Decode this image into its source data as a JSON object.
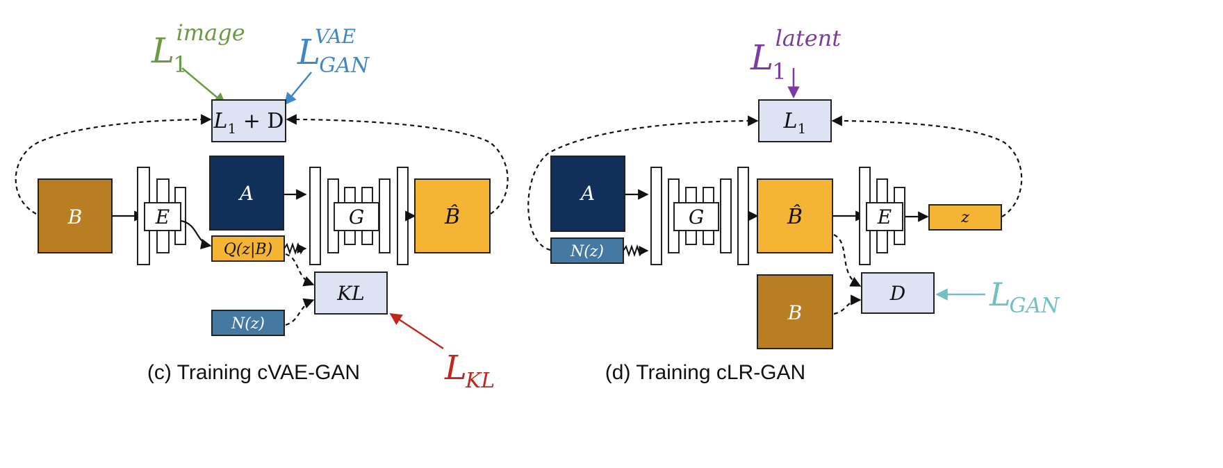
{
  "colors": {
    "dark_navy": "#10305a",
    "brown": "#b97d22",
    "gold": "#f5b433",
    "steel_blue": "#4479a3",
    "light_box": "#dde3f2",
    "green": "#6b9a44",
    "blue": "#3f87c5",
    "purple": "#7d3aa3",
    "teal": "#73c0c3",
    "red": "#c0281e",
    "stroke": "#222222"
  },
  "left": {
    "caption": "(c) Training cVAE-GAN",
    "loss_image": {
      "base": "L",
      "sub": "1",
      "sup": "image"
    },
    "loss_vae": {
      "base": "L",
      "sub": "GAN",
      "sup": "VAE"
    },
    "loss_kl": {
      "base": "L",
      "sub": "KL"
    },
    "box_l1d": {
      "base": "L",
      "sub": "1",
      "rest": " + D"
    },
    "box_b": "B",
    "box_a": "A",
    "encoder": "E",
    "generator": "G",
    "box_bhat": "B̂",
    "box_q": "Q(z|B)",
    "box_nz": "N(z)",
    "box_kl": "KL"
  },
  "right": {
    "caption": "(d) Training cLR-GAN",
    "loss_latent": {
      "base": "L",
      "sub": "1",
      "sup": "latent"
    },
    "loss_gan": {
      "base": "L",
      "sub": "GAN"
    },
    "box_l1": {
      "base": "L",
      "sub": "1"
    },
    "box_a": "A",
    "box_nz": "N(z)",
    "generator": "G",
    "box_bhat": "B̂",
    "encoder": "E",
    "box_z": "z",
    "box_d": "D",
    "box_b": "B"
  }
}
